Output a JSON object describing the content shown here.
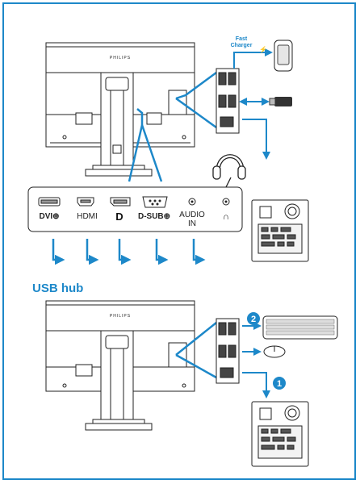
{
  "monitor": {
    "brand": "PHILIPS"
  },
  "fast_charger": {
    "line1": "Fast",
    "line2": "Charger"
  },
  "ports": [
    {
      "label": "DVI"
    },
    {
      "label": "HDMI"
    },
    {
      "label": "D-SUB"
    },
    {
      "label_line1": "AUDIO",
      "label_line2": "IN"
    }
  ],
  "usb_hub": {
    "title": "USB hub",
    "badges": [
      "2",
      "1"
    ]
  },
  "colors": {
    "accent": "#1d88c9",
    "line": "#222222"
  }
}
